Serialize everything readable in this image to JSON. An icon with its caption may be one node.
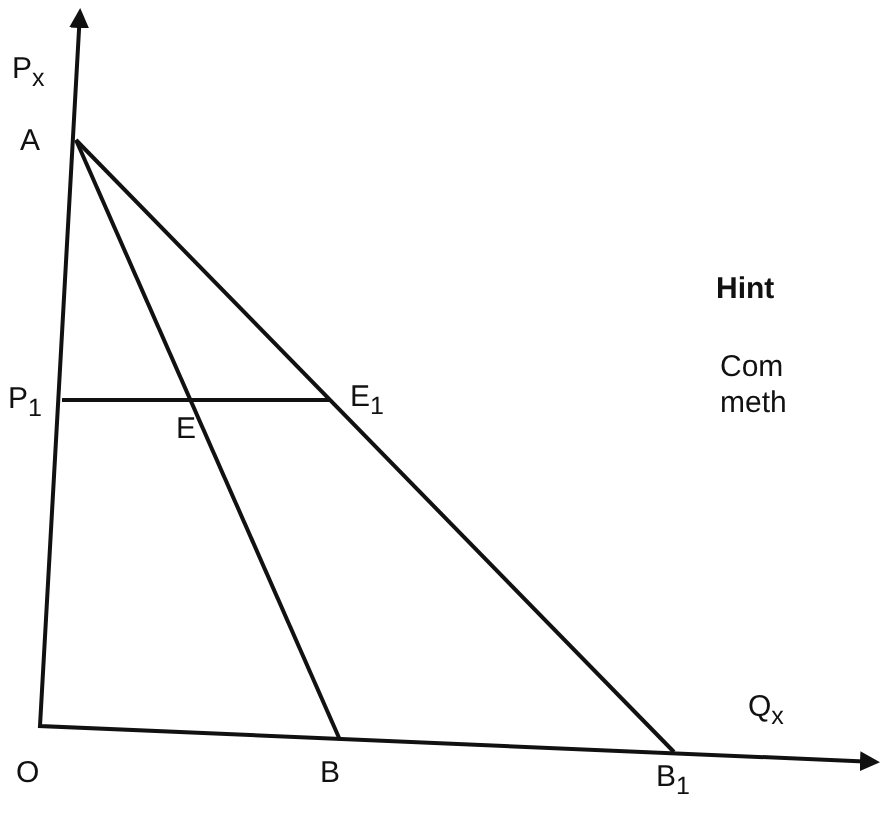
{
  "diagram": {
    "labels": [
      "P$_{x}$",
      "A",
      "Hint",
      "P$_{1}$",
      "E$_{1}$",
      "E",
      "Com",
      "meth",
      "Q$_{x}$",
      "O",
      "B",
      "B$_{1}$"
    ]
  }
}
